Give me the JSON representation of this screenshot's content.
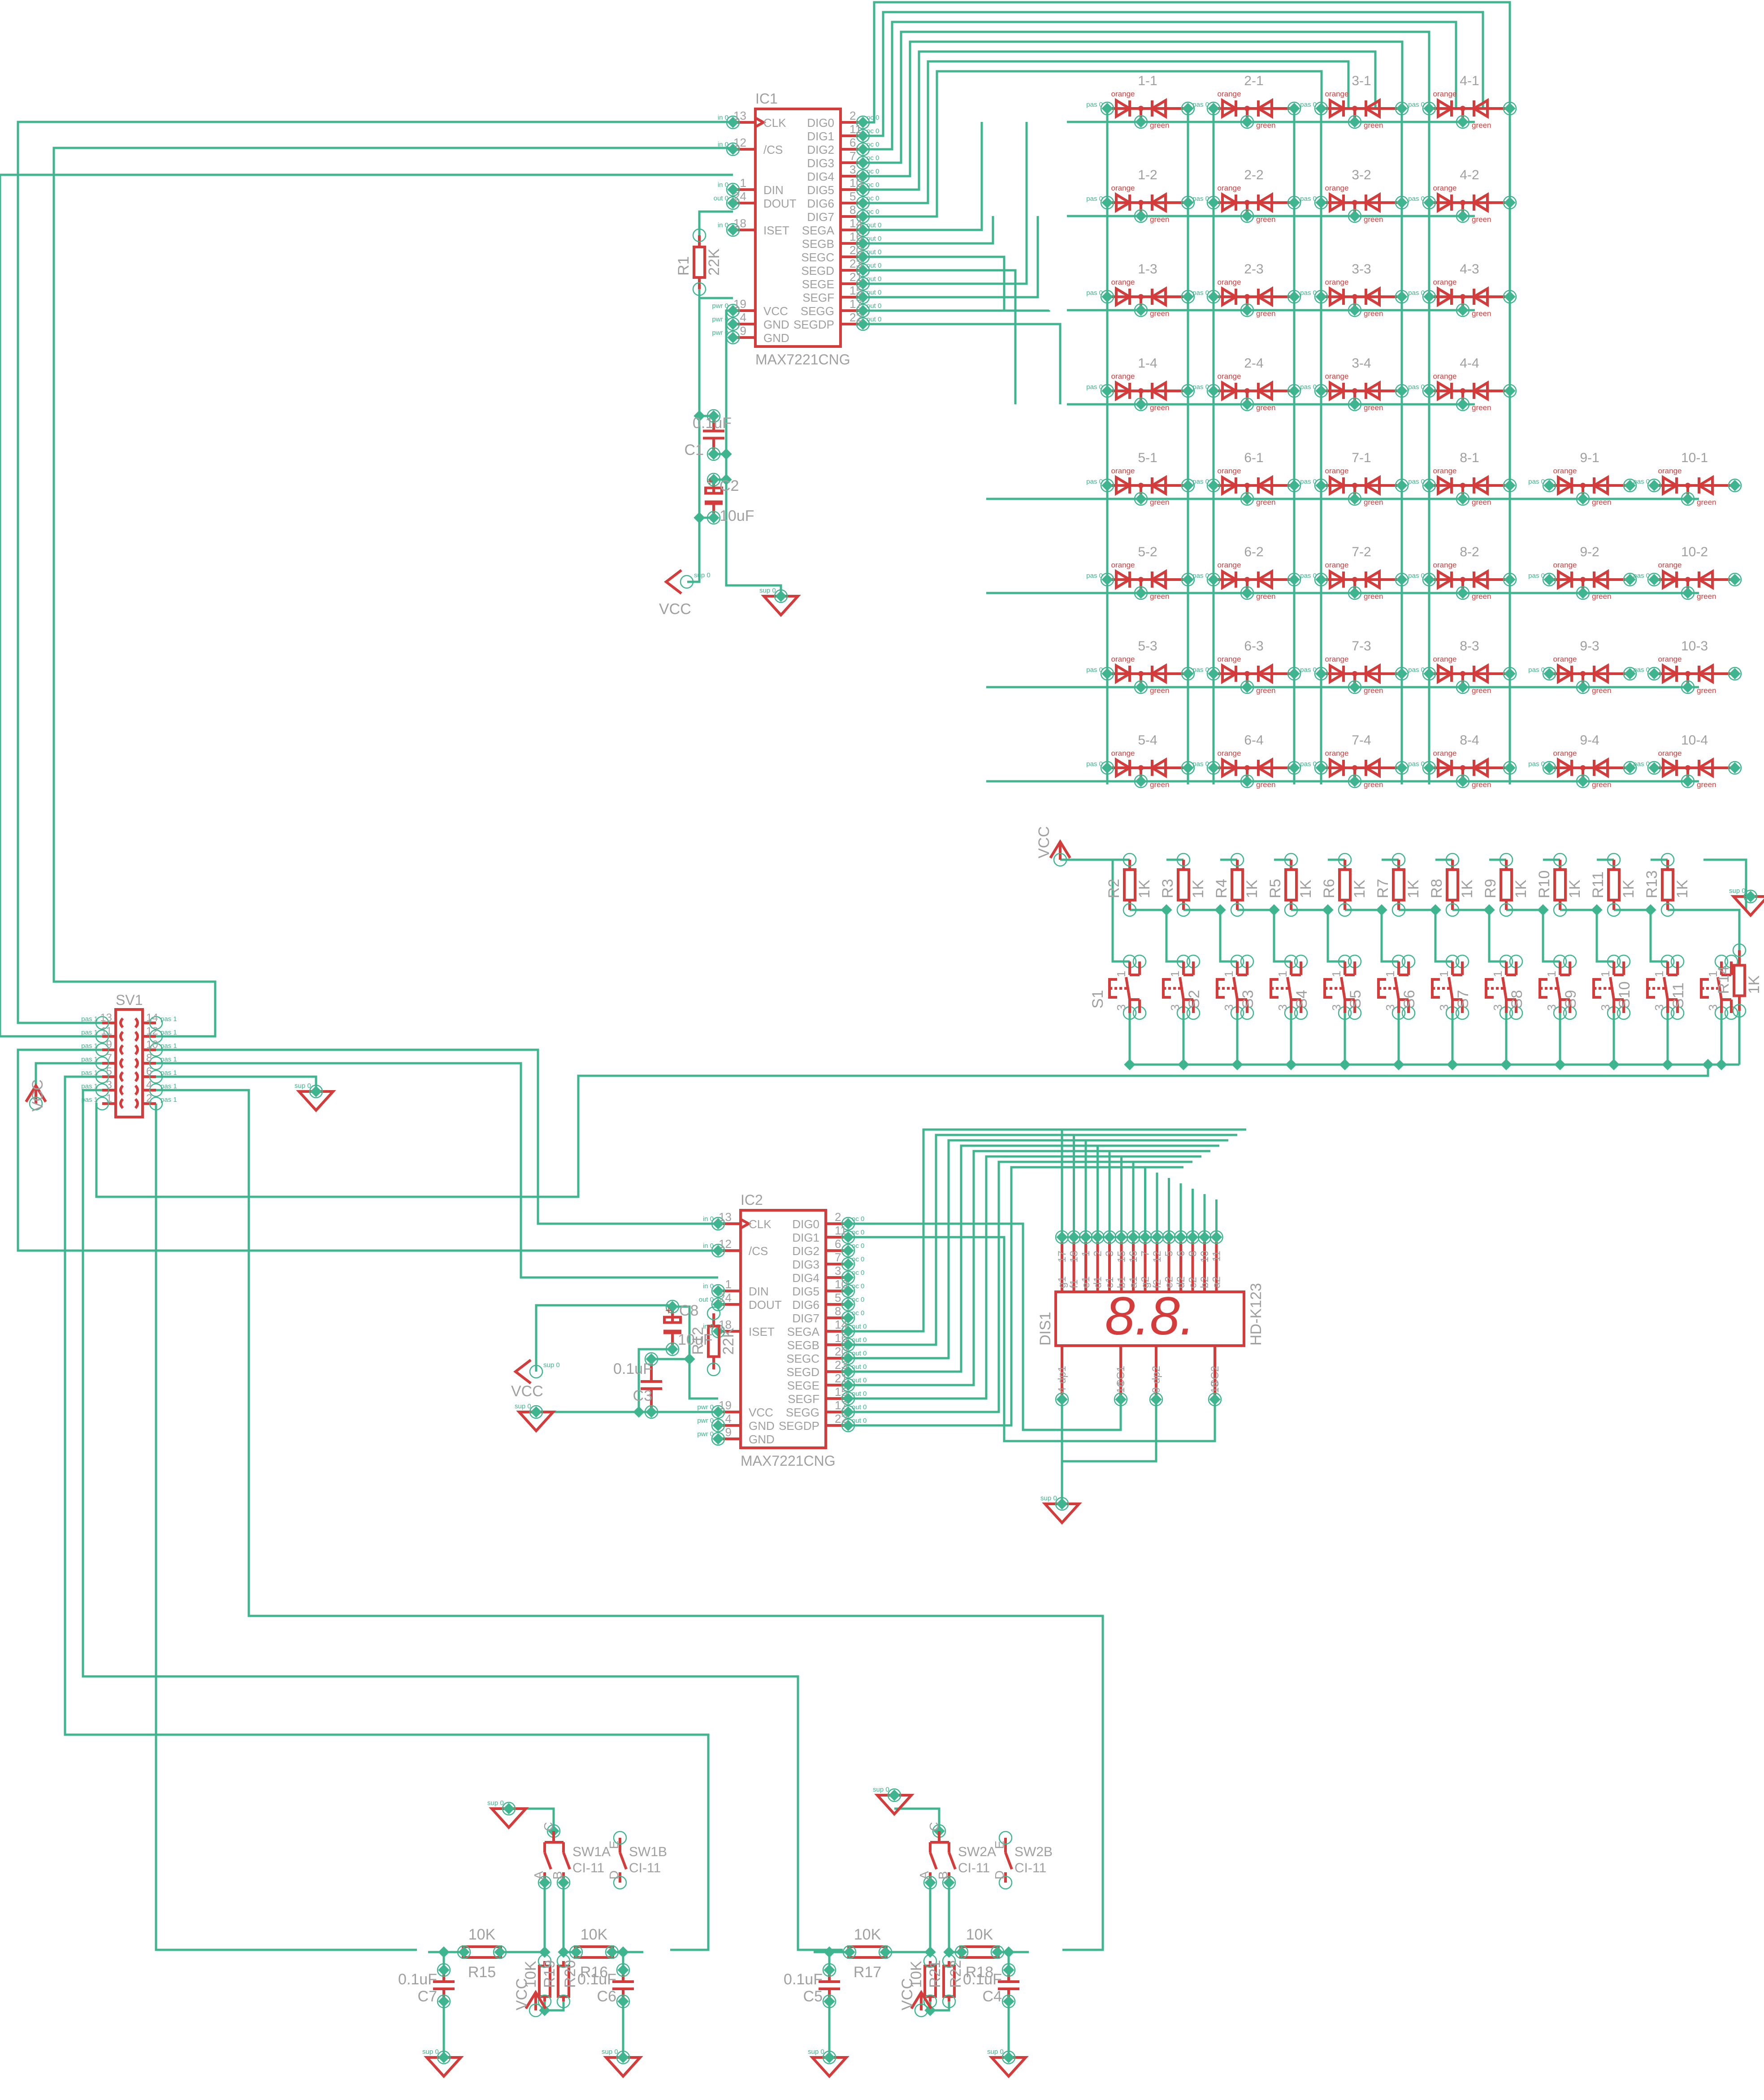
{
  "title": "LED matrix / MAX7221 driver schematic",
  "colors": {
    "wire": "#3fb58f",
    "symbol": "#d43c3c",
    "label": "#a0a0a0",
    "background": "#ffffff"
  },
  "ic1": {
    "name": "IC1",
    "value": "MAX7221CNG",
    "left_pins": [
      {
        "num": "13",
        "name": "CLK",
        "type": "in 0"
      },
      {
        "num": "12",
        "name": "/CS",
        "type": "in 0"
      },
      {
        "num": "1",
        "name": "DIN",
        "type": "in 0"
      },
      {
        "num": "24",
        "name": "DOUT",
        "type": "out 0"
      },
      {
        "num": "18",
        "name": "ISET",
        "type": "in 0"
      },
      {
        "num": "19",
        "name": "VCC",
        "type": "pwr 0"
      },
      {
        "num": "4",
        "name": "GND",
        "type": "pwr 0"
      },
      {
        "num": "9",
        "name": "GND",
        "type": "pwr 0"
      }
    ],
    "right_pins": [
      {
        "num": "2",
        "name": "DIG0",
        "type": "oc 0"
      },
      {
        "num": "11",
        "name": "DIG1",
        "type": "oc 0"
      },
      {
        "num": "6",
        "name": "DIG2",
        "type": "oc 0"
      },
      {
        "num": "7",
        "name": "DIG3",
        "type": "oc 0"
      },
      {
        "num": "3",
        "name": "DIG4",
        "type": "oc 0"
      },
      {
        "num": "10",
        "name": "DIG5",
        "type": "oc 0"
      },
      {
        "num": "5",
        "name": "DIG6",
        "type": "oc 0"
      },
      {
        "num": "8",
        "name": "DIG7",
        "type": "oc 0"
      },
      {
        "num": "14",
        "name": "SEGA",
        "type": "out 0"
      },
      {
        "num": "16",
        "name": "SEGB",
        "type": "out 0"
      },
      {
        "num": "20",
        "name": "SEGC",
        "type": "out 0"
      },
      {
        "num": "23",
        "name": "SEGD",
        "type": "out 0"
      },
      {
        "num": "21",
        "name": "SEGE",
        "type": "out 0"
      },
      {
        "num": "15",
        "name": "SEGF",
        "type": "out 0"
      },
      {
        "num": "17",
        "name": "SEGG",
        "type": "out 0"
      },
      {
        "num": "22",
        "name": "SEGDP",
        "type": "out 0"
      }
    ]
  },
  "ic2": {
    "name": "IC2",
    "value": "MAX7221CNG"
  },
  "r1": {
    "name": "R1",
    "value": "22K"
  },
  "r12": {
    "name": "R12",
    "value": "22K"
  },
  "c1": {
    "name": "C1",
    "value": "0.1uF"
  },
  "c2": {
    "name": "C2",
    "value": "10uF"
  },
  "c3": {
    "name": "C3",
    "value": "0.1uF"
  },
  "c8": {
    "name": "C8",
    "value": "10uF"
  },
  "vcc_label": "VCC",
  "pin_types": {
    "pas0": "pas 0",
    "pas1": "pas 1",
    "pas2": "pas 2",
    "sup0": "sup 0"
  },
  "led": {
    "color_a": "orange",
    "color_b": "green"
  },
  "led_grid_top": [
    "1-1",
    "2-1",
    "3-1",
    "4-1",
    "1-2",
    "2-2",
    "3-2",
    "4-2",
    "1-3",
    "2-3",
    "3-3",
    "4-3",
    "1-4",
    "2-4",
    "3-4",
    "4-4"
  ],
  "led_grid_bottom": [
    "5-1",
    "6-1",
    "7-1",
    "8-1",
    "9-1",
    "10-1",
    "5-2",
    "6-2",
    "7-2",
    "8-2",
    "9-2",
    "10-2",
    "5-3",
    "6-3",
    "7-3",
    "8-3",
    "9-3",
    "10-3",
    "5-4",
    "6-4",
    "7-4",
    "8-4",
    "9-4",
    "10-4"
  ],
  "pullups": {
    "names": [
      "R2",
      "R3",
      "R4",
      "R5",
      "R6",
      "R7",
      "R8",
      "R9",
      "R10",
      "R11",
      "R13"
    ],
    "value": "1K"
  },
  "r14": {
    "name": "R14",
    "value": "1K"
  },
  "switches": {
    "labels": [
      "S1",
      "S2",
      "S3",
      "S4",
      "S5",
      "S6",
      "S7",
      "S8",
      "S9",
      "S10",
      "S11",
      ""
    ],
    "pin_nums": [
      "1",
      "2",
      "3",
      "4"
    ]
  },
  "sv1": {
    "name": "SV1",
    "left_pins": [
      "13",
      "11",
      "9",
      "7",
      "5",
      "3",
      "1"
    ],
    "right_pins": [
      "14",
      "12",
      "10",
      "8",
      "6",
      "4",
      "2"
    ]
  },
  "dis1": {
    "name": "DIS1",
    "value": "HD-K123",
    "digits": "8.8.",
    "top_pins": [
      {
        "num": "17",
        "name": "g1"
      },
      {
        "num": "18",
        "name": "f1"
      },
      {
        "num": "1",
        "name": "e1"
      },
      {
        "num": "2",
        "name": "d1"
      },
      {
        "num": "3",
        "name": "c1"
      },
      {
        "num": "15",
        "name": "b1"
      },
      {
        "num": "16",
        "name": "a1"
      },
      {
        "num": "7",
        "name": "g2"
      },
      {
        "num": "12",
        "name": "f2"
      },
      {
        "num": "5",
        "name": "e2"
      },
      {
        "num": "6",
        "name": "d2"
      },
      {
        "num": "8",
        "name": "c2"
      },
      {
        "num": "10",
        "name": "b2"
      },
      {
        "num": "11",
        "name": "a2"
      }
    ],
    "bottom_pins": [
      {
        "num": "4",
        "name": "dp1"
      },
      {
        "num": "14",
        "name": "CC1"
      },
      {
        "num": "9",
        "name": "dp2"
      },
      {
        "num": "13",
        "name": "CC2"
      }
    ]
  },
  "encoders": [
    {
      "sw_a": "SW1A",
      "sw_b": "SW1B",
      "value": "CI-11",
      "r_left": "R15",
      "r_right": "R16",
      "r_v1": "R19",
      "r_v2": "R20",
      "r_value": "10K",
      "c_left": "C7",
      "c_right": "C6",
      "c_value": "0.1uF",
      "pins": [
        "C",
        "A",
        "B",
        "E",
        "D"
      ]
    },
    {
      "sw_a": "SW2A",
      "sw_b": "SW2B",
      "value": "CI-11",
      "r_left": "R17",
      "r_right": "R18",
      "r_v1": "R21",
      "r_v2": "R22",
      "r_value": "10K",
      "c_left": "C5",
      "c_right": "C4",
      "c_value": "0.1uF",
      "pins": [
        "C",
        "A",
        "B",
        "E",
        "D"
      ]
    }
  ]
}
